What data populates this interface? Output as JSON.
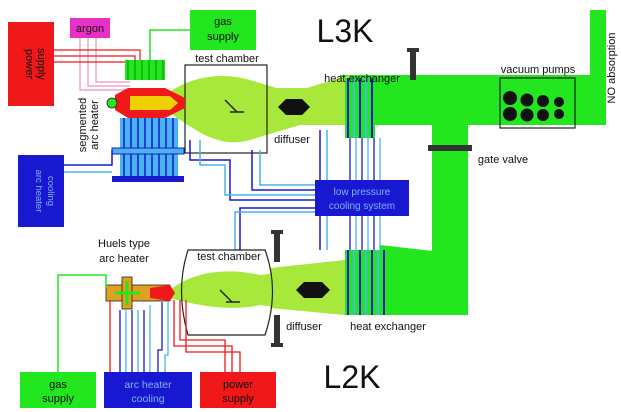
{
  "facility_labels": {
    "top": "L3K",
    "bottom": "L2K"
  },
  "labels": {
    "argon": "argon",
    "gas_supply_top_1": "gas",
    "gas_supply_top_2": "supply",
    "power_supply_left_1": "power",
    "power_supply_left_2": "supply",
    "segmented_arc_heater_1": "segmented",
    "segmented_arc_heater_2": "arc heater",
    "test_chamber_top": "test chamber",
    "heat_exchanger_top": "heat exchanger",
    "vacuum_pumps": "vacuum pumps",
    "no_absorption": "NO absorption",
    "diffuser_top": "diffuser",
    "gate_valve": "gate valve",
    "arc_heater_cooling_left_1": "arc heater",
    "arc_heater_cooling_left_2": "cooling",
    "low_pressure_cooling_1": "low pressure",
    "low_pressure_cooling_2": "cooling system",
    "huels_1": "Huels type",
    "huels_2": "arc heater",
    "test_chamber_bottom": "test chamber",
    "diffuser_bottom": "diffuser",
    "heat_exchanger_bottom": "heat exchanger",
    "gas_supply_bottom_1": "gas",
    "gas_supply_bottom_2": "supply",
    "arc_heater_cooling_bottom_1": "arc heater",
    "arc_heater_cooling_bottom_2": "cooling",
    "power_supply_bottom_1": "power",
    "power_supply_bottom_2": "supply"
  },
  "colors": {
    "gas_green": "#22e61e",
    "flow_green": "#a8e83a",
    "power_red": "#f01818",
    "cooling_blue": "#1818d0",
    "light_blue": "#48b4f0",
    "argon_magenta": "#e830c8",
    "pink_line": "#f090c0"
  }
}
